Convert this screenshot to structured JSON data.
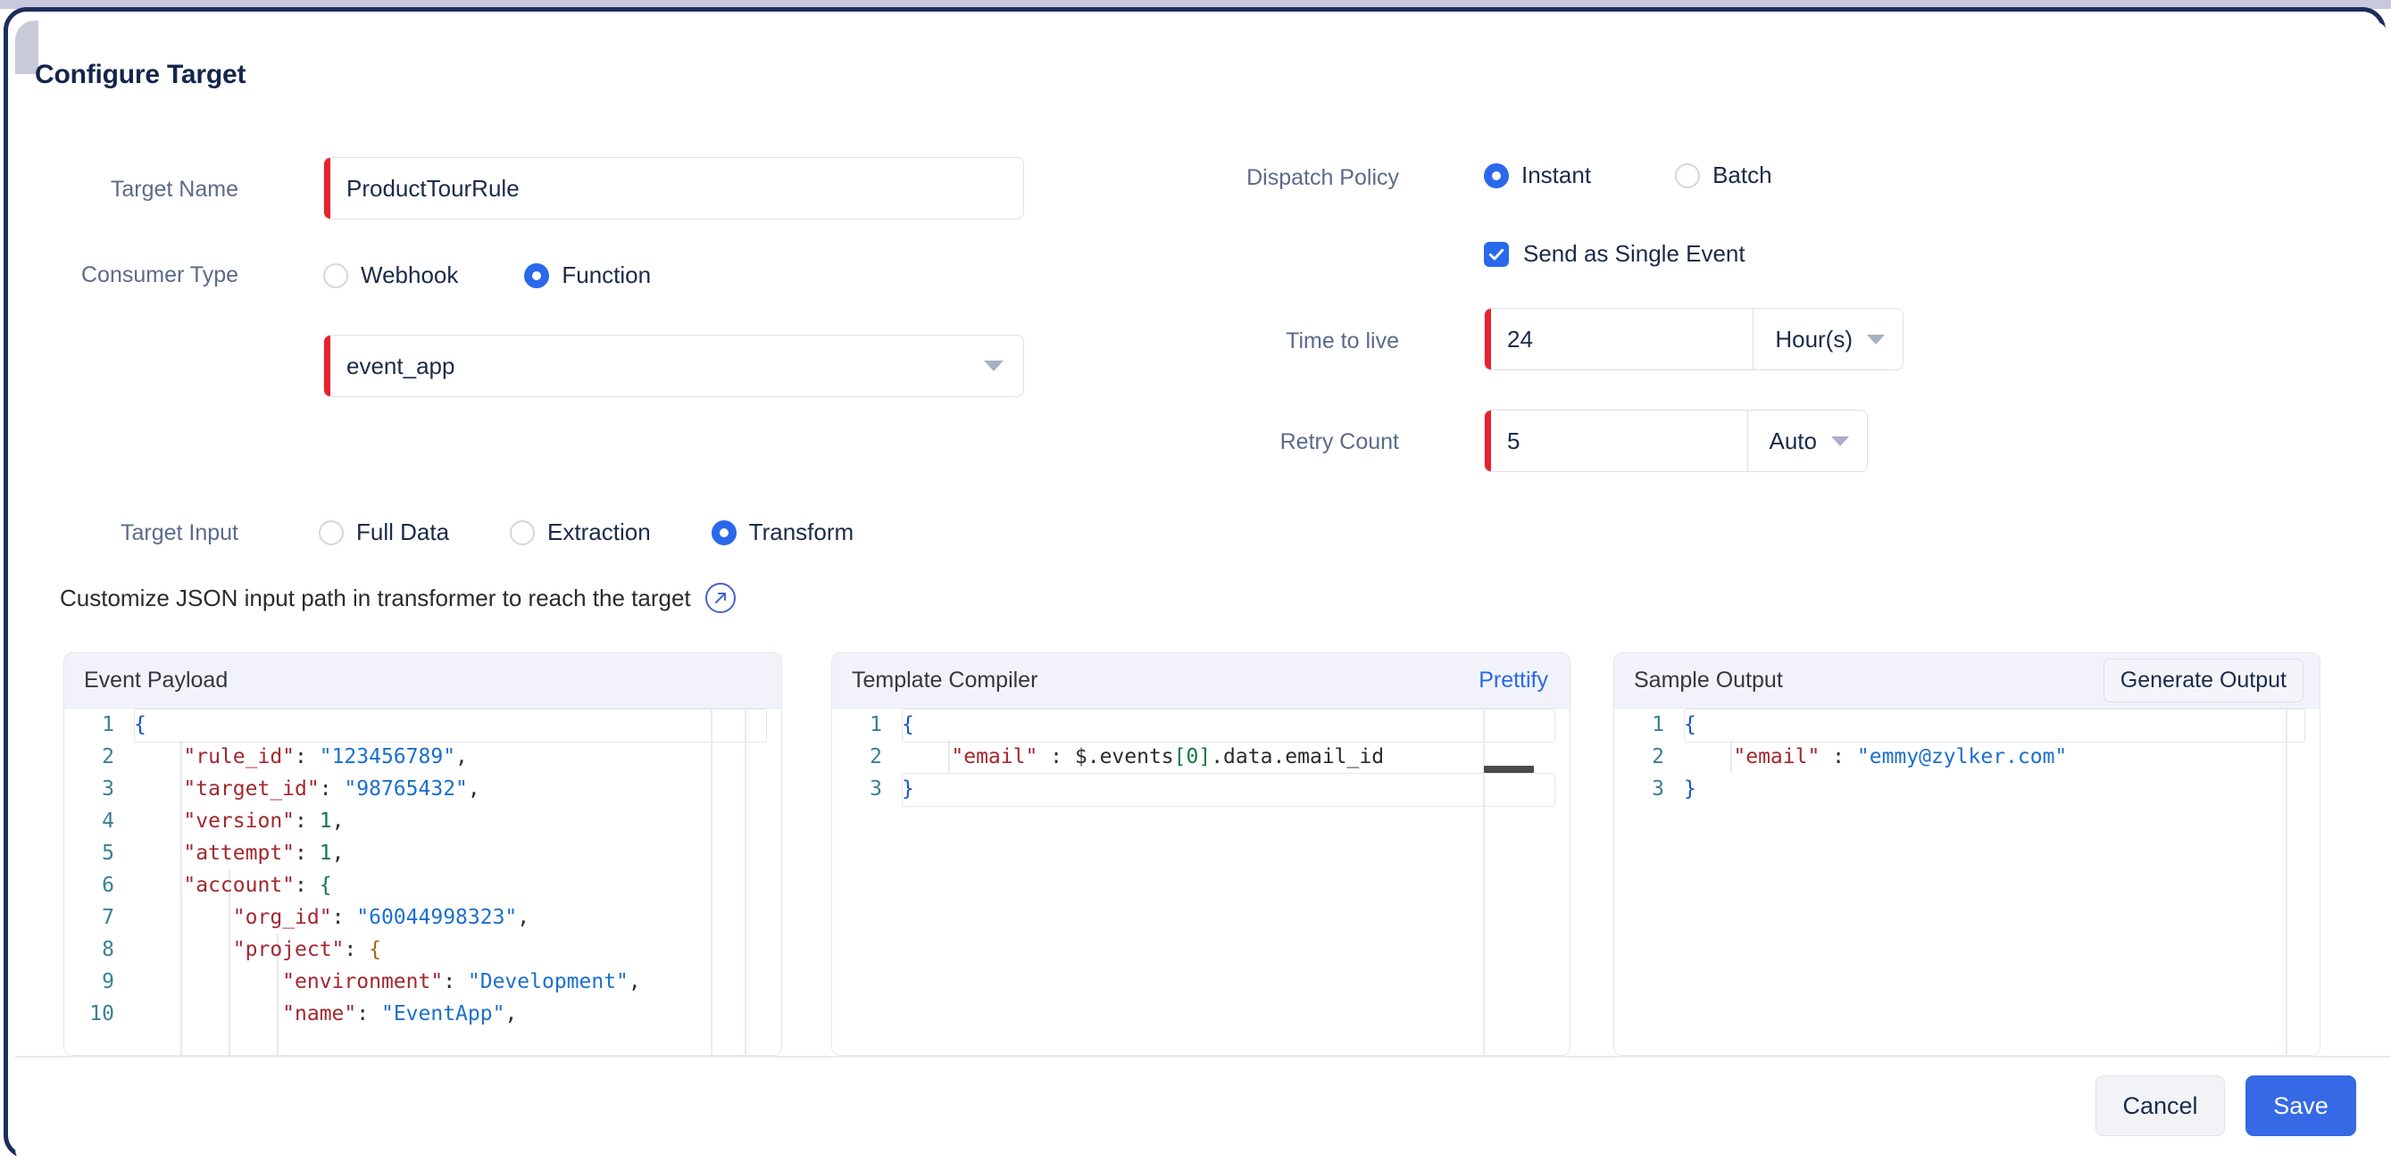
{
  "page": {
    "title": "Configure Target"
  },
  "form": {
    "target_name": {
      "label": "Target Name",
      "value": "ProductTourRule",
      "placeholder": ""
    },
    "consumer_type": {
      "label": "Consumer Type",
      "options": [
        {
          "label": "Webhook",
          "selected": false
        },
        {
          "label": "Function",
          "selected": true
        }
      ]
    },
    "function_select": {
      "value": "event_app",
      "caret_icon": "chevron-down-icon"
    },
    "target_input": {
      "label": "Target Input",
      "options": [
        {
          "label": "Full Data",
          "selected": false
        },
        {
          "label": "Extraction",
          "selected": false
        },
        {
          "label": "Transform",
          "selected": true
        }
      ]
    },
    "dispatch_policy": {
      "label": "Dispatch Policy",
      "options": [
        {
          "label": "Instant",
          "selected": true
        },
        {
          "label": "Batch",
          "selected": false
        }
      ]
    },
    "send_single_event": {
      "label": "Send as Single Event",
      "checked": true,
      "icon": "check-icon"
    },
    "time_to_live": {
      "label": "Time to live",
      "value": "24",
      "unit": "Hour(s)",
      "caret_icon": "chevron-down-icon"
    },
    "retry_count": {
      "label": "Retry Count",
      "value": "5",
      "unit": "Auto",
      "caret_icon": "chevron-down-icon"
    }
  },
  "note": {
    "text": "Customize JSON input path in transformer to reach the target",
    "icon": "external-link-arrow-icon"
  },
  "panels": {
    "event_payload": {
      "title": "Event Payload",
      "lines": [
        {
          "no": "1",
          "text": "{"
        },
        {
          "no": "2",
          "text": "    \"rule_id\": \"123456789\","
        },
        {
          "no": "3",
          "text": "    \"target_id\": \"98765432\","
        },
        {
          "no": "4",
          "text": "    \"version\": 1,"
        },
        {
          "no": "5",
          "text": "    \"attempt\": 1,"
        },
        {
          "no": "6",
          "text": "    \"account\": {"
        },
        {
          "no": "7",
          "text": "        \"org_id\": \"60044998323\","
        },
        {
          "no": "8",
          "text": "        \"project\": {"
        },
        {
          "no": "9",
          "text": "            \"environment\": \"Development\","
        },
        {
          "no": "10",
          "text": "            \"name\": \"EventApp\","
        }
      ]
    },
    "template_compiler": {
      "title": "Template Compiler",
      "action_label": "Prettify",
      "lines": [
        {
          "no": "1",
          "text": "{"
        },
        {
          "no": "2",
          "text": "    \"email\" : $.events[0].data.email_id"
        },
        {
          "no": "3",
          "text": "}"
        }
      ]
    },
    "sample_output": {
      "title": "Sample Output",
      "action_label": "Generate Output",
      "lines": [
        {
          "no": "1",
          "text": "{"
        },
        {
          "no": "2",
          "text": "    \"email\" : \"emmy@zylker.com\""
        },
        {
          "no": "3",
          "text": "}"
        }
      ]
    }
  },
  "footer": {
    "cancel_label": "Cancel",
    "save_label": "Save"
  },
  "colors": {
    "accent_blue": "#2a68ec",
    "save_blue": "#3569e5",
    "required_red": "#e8222c",
    "frame_navy": "#1d2d5c",
    "label_gray": "#5c6a8a"
  }
}
